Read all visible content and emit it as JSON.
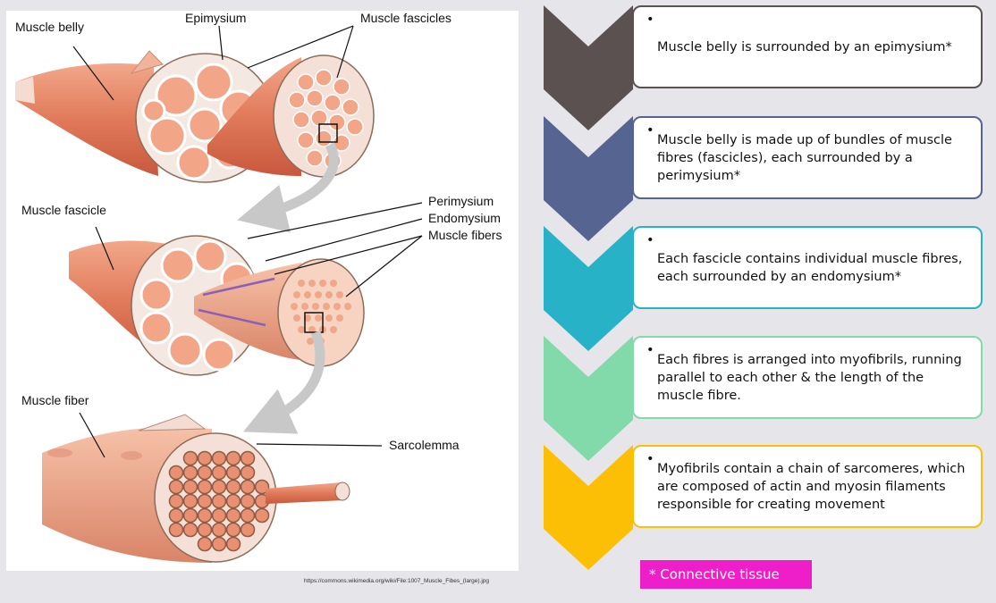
{
  "figure": {
    "labels": {
      "muscle_belly": "Muscle belly",
      "epimysium": "Epimysium",
      "muscle_fascicles": "Muscle fascicles",
      "perimysium": "Perimysium",
      "endomysium": "Endomysium",
      "muscle_fibers": "Muscle fibers",
      "muscle_fascicle": "Muscle fascicle",
      "muscle_fiber": "Muscle fiber",
      "sarcolemma": "Sarcolemma"
    },
    "source_url": "https://commons.wikimedia.org/wiki/File:1007_Muscle_Fibes_(large).jpg"
  },
  "steps": [
    {
      "bullet": "•",
      "text": "Muscle belly is surrounded by an epimysium*",
      "color": "#5a5150"
    },
    {
      "bullet": "•",
      "text": "Muscle belly is made up of bundles of muscle fibres (fascicles), each surrounded by a perimysium*",
      "color": "#556491"
    },
    {
      "bullet": "•",
      "text": "Each fascicle contains individual muscle fibres, each surrounded by an endomysium*",
      "color": "#27b2c8"
    },
    {
      "bullet": "•",
      "text": "Each fibres is arranged into myofibrils, running parallel to each other & the length of the muscle fibre.",
      "color": "#82d9a9"
    },
    {
      "bullet": "•",
      "text": "Myofibrils contain a chain of sarcomeres, which are composed of actin and myosin filaments responsible for creating movement",
      "color": "#fcbf05"
    }
  ],
  "legend": {
    "text": "* Connective tissue",
    "color": "#ee1fc8"
  }
}
